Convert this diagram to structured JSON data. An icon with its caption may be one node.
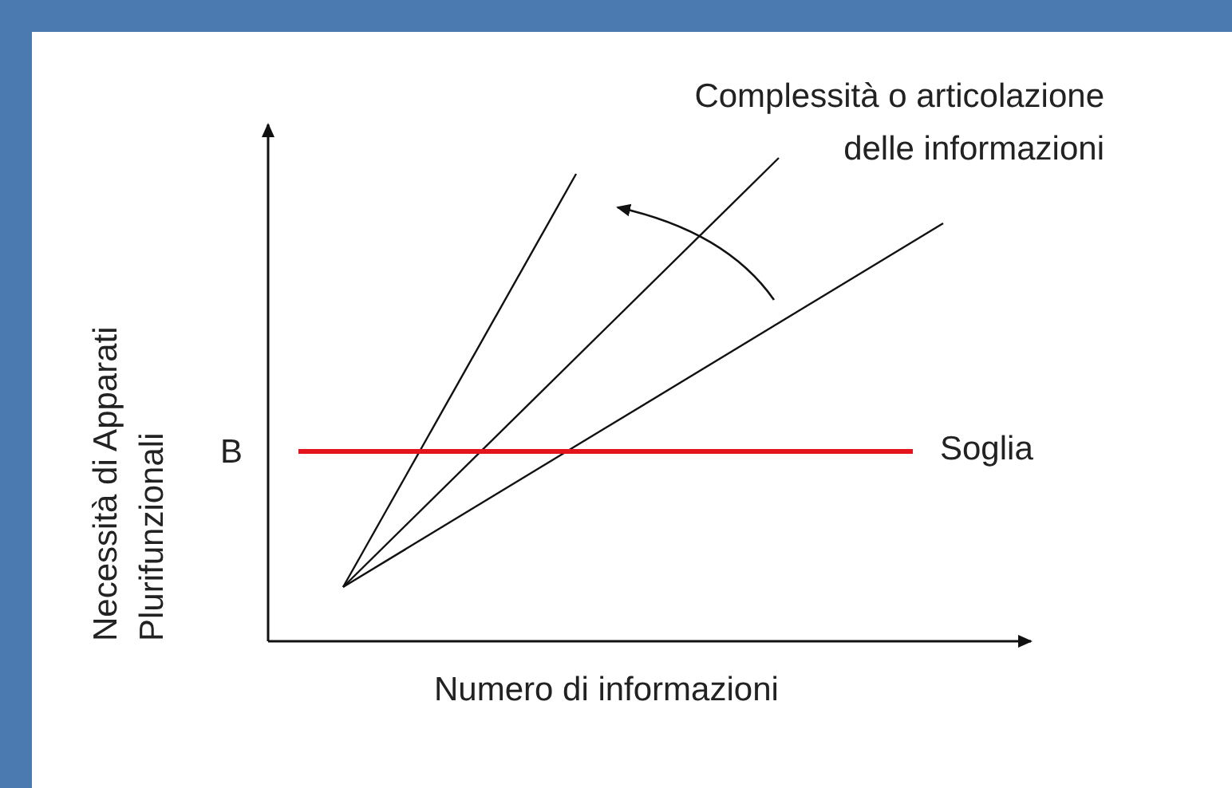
{
  "diagram": {
    "labels": [
      "Complessità o articolazione delle informazioni",
      "Necessità di Apparati Plurifunzionali",
      "B",
      "Soglia",
      "Numero di informazioni"
    ]
  }
}
